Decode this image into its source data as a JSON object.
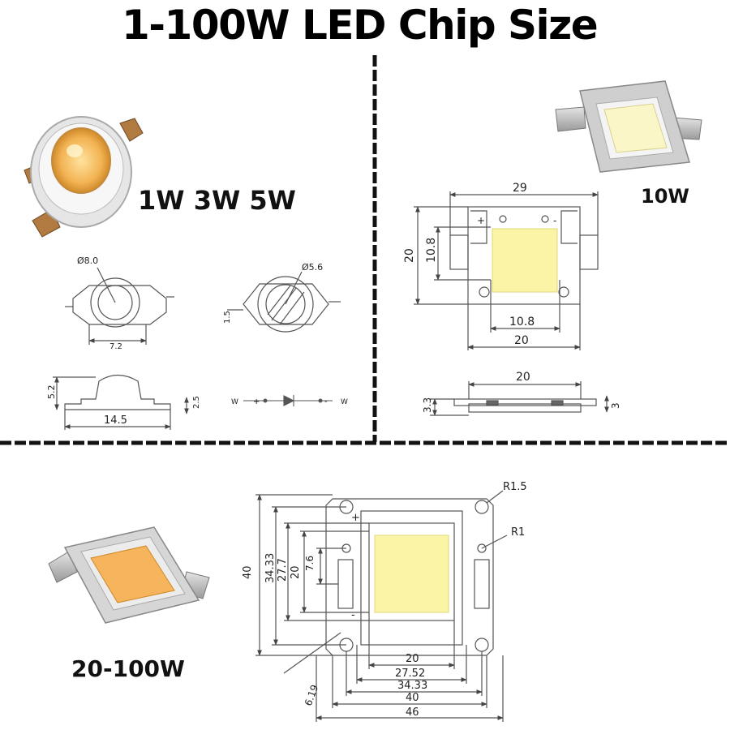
{
  "title": "1-100W LED Chip Size",
  "panels": {
    "small": {
      "label": "1W 3W 5W",
      "dims": {
        "lens_diameter": "Ø8.0",
        "emitter_diameter": "Ø5.6",
        "body_width": "7.2",
        "side_height": "5.2",
        "base_width": "14.5",
        "base_height": "2.5",
        "pin_offset": "1.5",
        "circuit_left": "W",
        "circuit_plus": "+",
        "circuit_minus": "-",
        "circuit_right": "W"
      }
    },
    "ten": {
      "label": "10W",
      "dims": {
        "top_width": "29",
        "height": "20",
        "inner_height": "10.8",
        "inner_width": "10.8",
        "base_width": "20",
        "side_width": "20",
        "side_height": "3.3",
        "side_thickness": "3",
        "plus": "+",
        "minus": "-"
      }
    },
    "big": {
      "label": "20-100W",
      "dims": {
        "corner_radius": "R1.5",
        "hole_radius": "R1",
        "height_40": "40",
        "height_34": "34.33",
        "height_27": "27.7",
        "height_20": "20",
        "height_7": "7.6",
        "width_20": "20",
        "width_27": "27.52",
        "width_34": "34.33",
        "width_40": "40",
        "width_46": "46",
        "diag": "6.19",
        "plus": "+",
        "minus": "-"
      }
    }
  },
  "colors": {
    "led_warm": "#f7b85a",
    "led_white": "#fbf3a6",
    "divider": "#111111",
    "line": "#555555"
  }
}
